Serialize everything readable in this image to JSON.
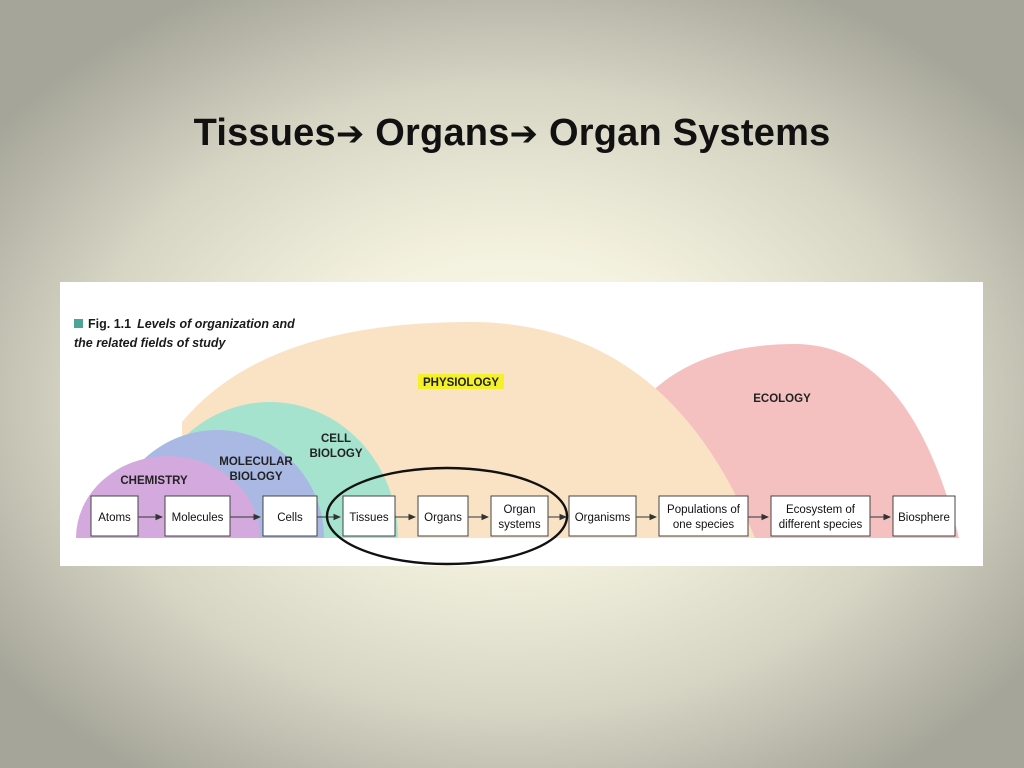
{
  "title": {
    "part1": "Tissues",
    "part2": "Organs",
    "part3": "Organ Systems",
    "arrow": "➔"
  },
  "figure": {
    "fig_label": "Fig. 1.1",
    "caption_line1": "Levels of organization and",
    "caption_line2": "the related fields of study",
    "fields": {
      "chemistry": "CHEMISTRY",
      "molecular_1": "MOLECULAR",
      "molecular_2": "BIOLOGY",
      "cell_1": "CELL",
      "cell_2": "BIOLOGY",
      "physiology": "PHYSIOLOGY",
      "ecology": "ECOLOGY"
    },
    "levels": {
      "atoms": "Atoms",
      "molecules": "Molecules",
      "cells": "Cells",
      "tissues": "Tissues",
      "organs": "Organs",
      "organ_systems_1": "Organ",
      "organ_systems_2": "systems",
      "organisms": "Organisms",
      "populations_1": "Populations of",
      "populations_2": "one species",
      "ecosystem_1": "Ecosystem of",
      "ecosystem_2": "different species",
      "biosphere": "Biosphere"
    }
  },
  "colors": {
    "chemistry": "#d4a9dd",
    "molecular_biology": "#a9b9e4",
    "cell_biology": "#a5e3cf",
    "physiology": "#fae3c4",
    "ecology": "#f4c1c0",
    "physiology_highlight": "#f4f02a",
    "fig_square": "#4aa597"
  }
}
